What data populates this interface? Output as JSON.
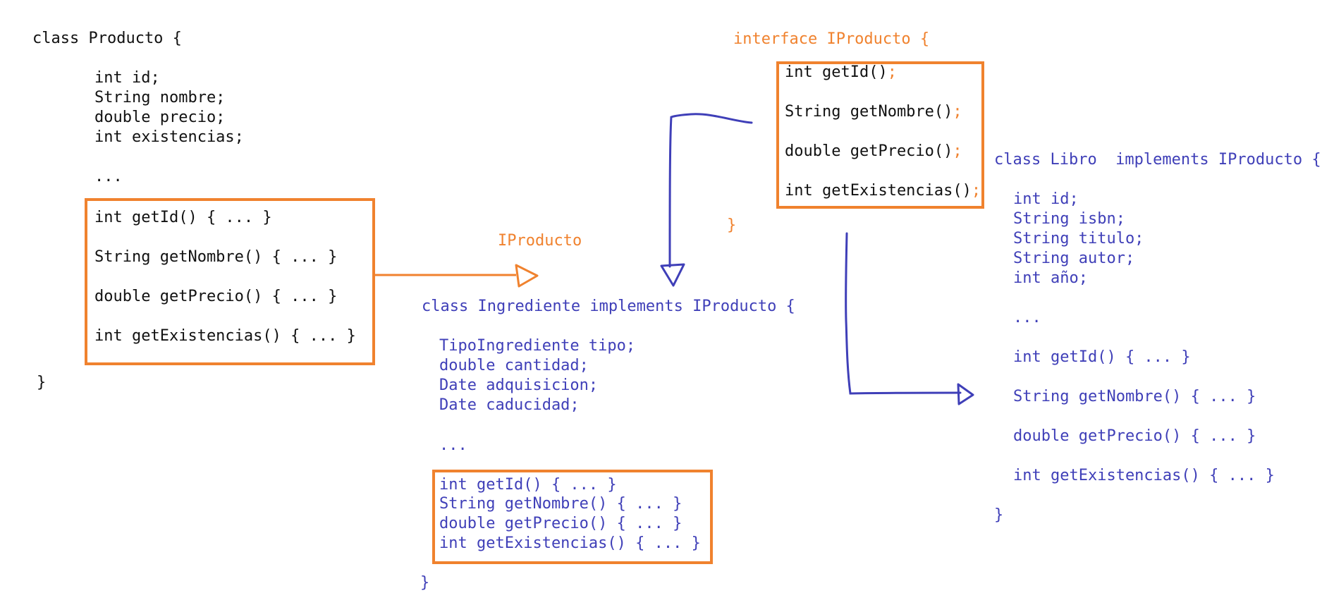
{
  "colors": {
    "orange": "#f0822e",
    "blue": "#3f3fb8",
    "black": "#111111"
  },
  "producto": {
    "header": "class Producto {",
    "fields": [
      "int id;",
      "String nombre;",
      "double precio;",
      "int existencias;"
    ],
    "ellipsis": "...",
    "methods": [
      "int getId() { ... }",
      "String getNombre() { ... }",
      "double getPrecio() { ... }",
      "int getExistencias() { ... }"
    ],
    "close": "}"
  },
  "arrow_label": "IProducto",
  "iproducto": {
    "header": "interface IProducto {",
    "methods": [
      {
        "sig": "int getId()",
        "semi": ";"
      },
      {
        "sig": "String getNombre()",
        "semi": ";"
      },
      {
        "sig": "double getPrecio()",
        "semi": ";"
      },
      {
        "sig": "int getExistencias()",
        "semi": ";"
      }
    ],
    "close": "}"
  },
  "ingrediente": {
    "header": "class Ingrediente implements IProducto {",
    "fields": [
      "TipoIngrediente tipo;",
      "double cantidad;",
      "Date adquisicion;",
      "Date caducidad;"
    ],
    "ellipsis": "...",
    "methods": [
      "int getId() { ... }",
      "String getNombre() { ... }",
      "double getPrecio() { ... }",
      "int getExistencias() { ... }"
    ],
    "close": "}"
  },
  "libro": {
    "header": "class Libro  implements IProducto {",
    "fields": [
      "int id;",
      "String isbn;",
      "String titulo;",
      "String autor;",
      "int año;"
    ],
    "ellipsis": "...",
    "methods": [
      "int getId() { ... }",
      "String getNombre() { ... }",
      "double getPrecio() { ... }",
      "int getExistencias() { ... }"
    ],
    "close": "}"
  }
}
